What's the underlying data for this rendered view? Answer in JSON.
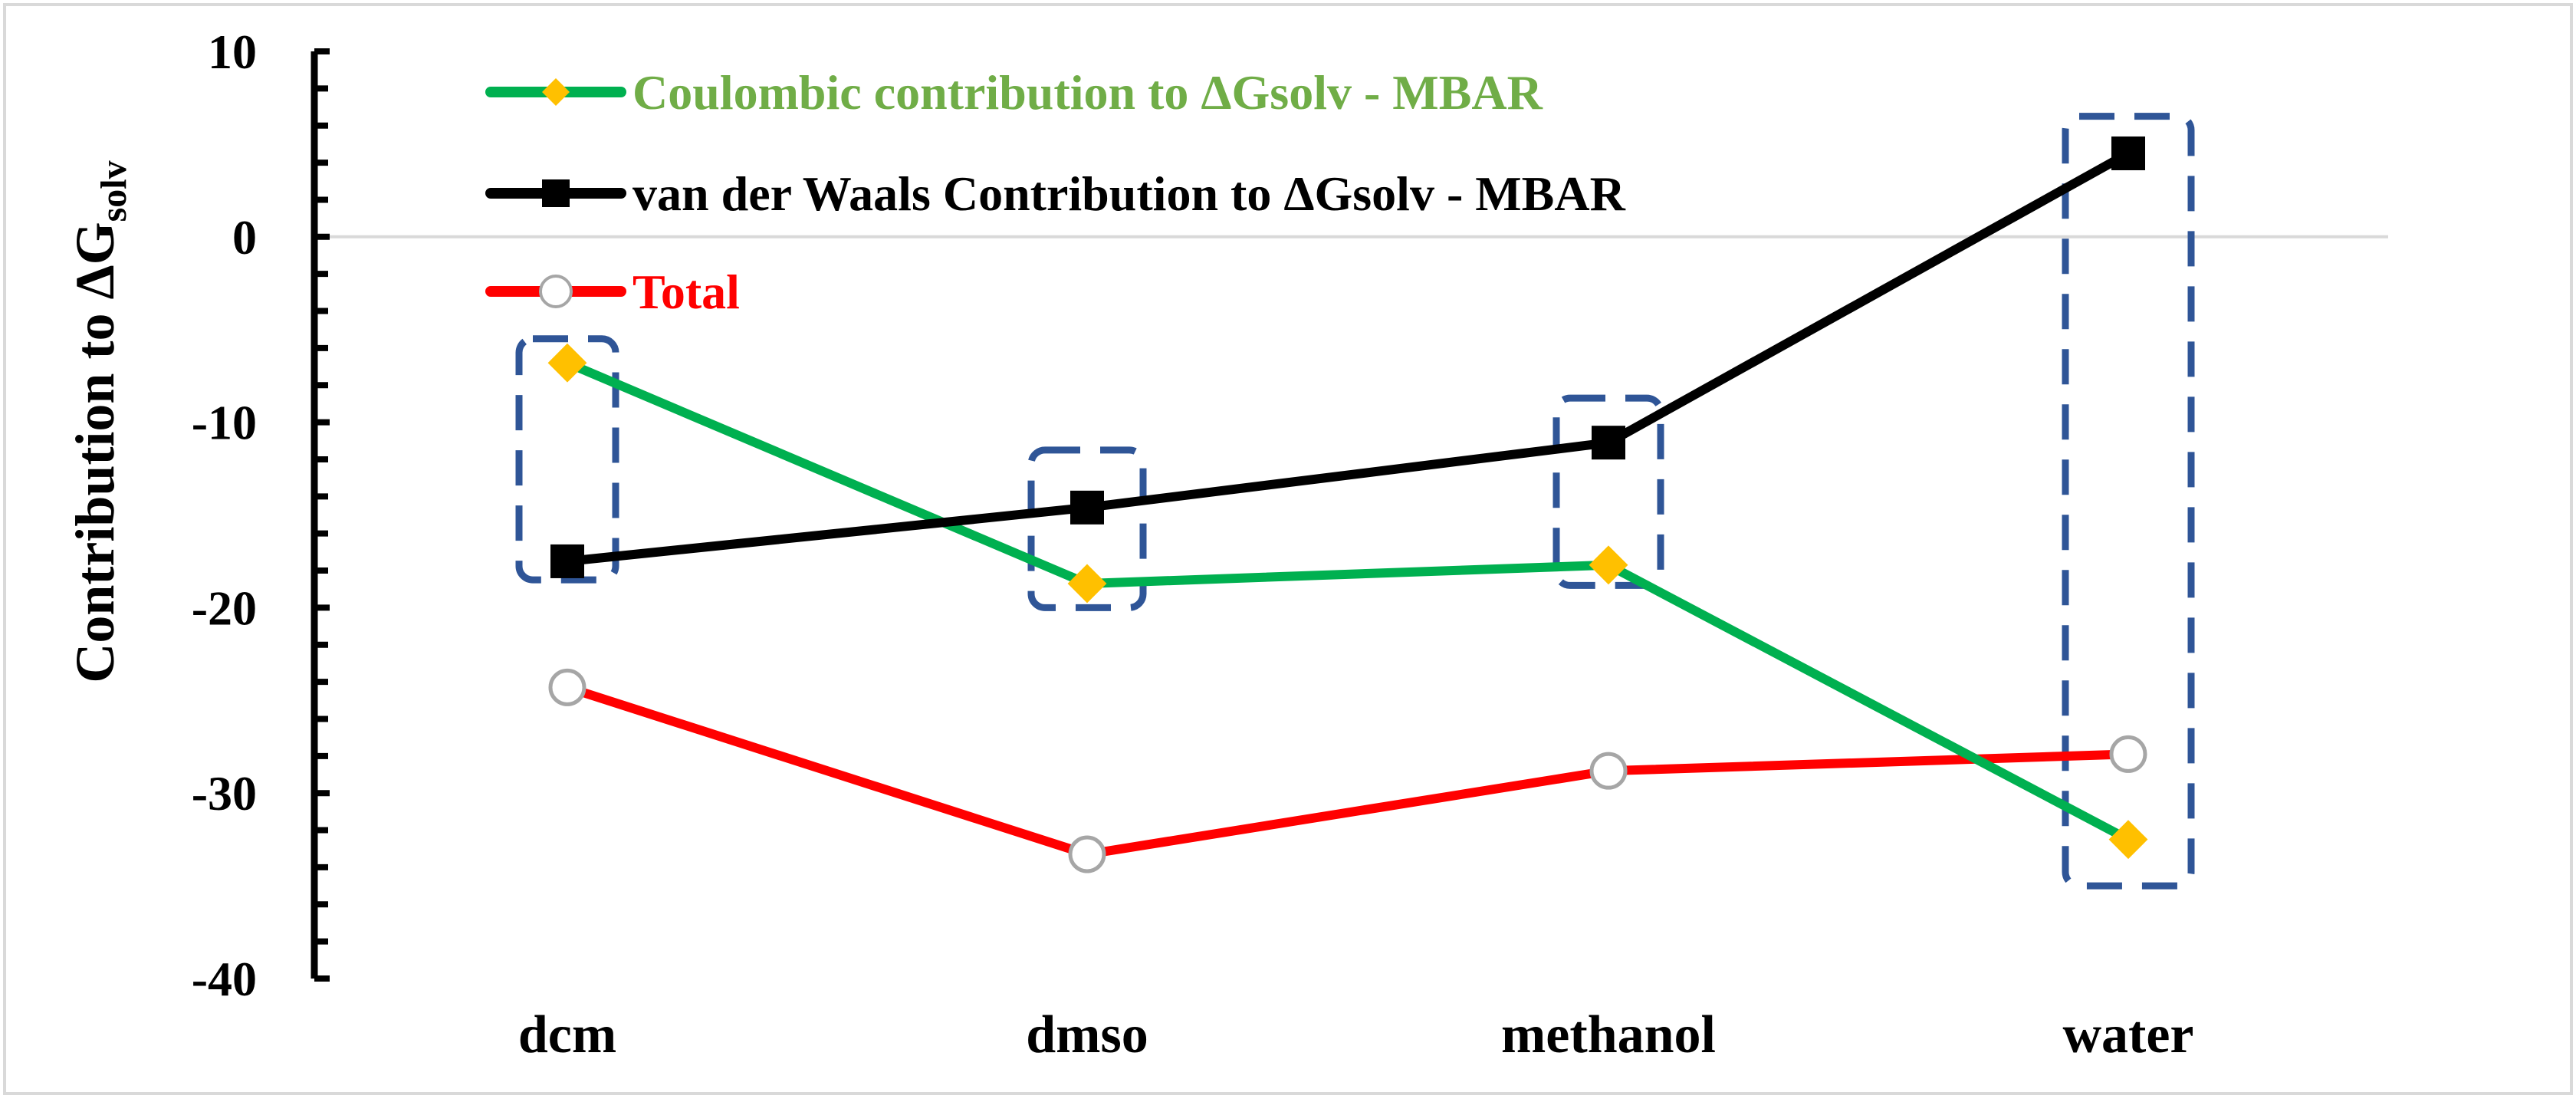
{
  "chart_data": {
    "type": "line",
    "categories": [
      "dcm",
      "dmso",
      "methanol",
      "water"
    ],
    "ylabel": "Contribution to ΔG",
    "ylabel_sub": "solv",
    "ylim": [
      -40,
      10
    ],
    "yticks": [
      10,
      0,
      -10,
      -20,
      -30,
      -40
    ],
    "y_tick_labels": [
      "10",
      "0",
      "-10",
      "-20",
      "-30",
      "-40"
    ],
    "grid": false,
    "legend_position": "top-left",
    "series": [
      {
        "name": "Coulombic contribution to ΔGsolv - MBAR",
        "values": [
          -6.8,
          -18.7,
          -17.7,
          -32.5
        ],
        "line_color": "#00b050",
        "marker": "diamond",
        "marker_color": "#ffc000",
        "label_color": "#70ad47"
      },
      {
        "name": "van der Waals Contribution to ΔGsolv - MBAR",
        "values": [
          -17.5,
          -14.6,
          -11.1,
          4.5
        ],
        "line_color": "#000000",
        "marker": "square",
        "marker_color": "#000000",
        "label_color": "#000000"
      },
      {
        "name": "Total",
        "values": [
          -24.3,
          -33.3,
          -28.8,
          -27.9
        ],
        "line_color": "#ff0000",
        "marker": "circle",
        "marker_color": "#ffffff",
        "label_color": "#ff0000"
      }
    ],
    "highlight_boxes": [
      {
        "category": "dcm",
        "y_range": [
          -18.5,
          -5.5
        ]
      },
      {
        "category": "dmso",
        "y_range": [
          -20.0,
          -11.5
        ]
      },
      {
        "category": "methanol",
        "y_range": [
          -18.8,
          -8.7
        ]
      },
      {
        "category": "water",
        "y_range": [
          -35.0,
          6.5
        ]
      }
    ],
    "highlight_color": "#2f5597"
  }
}
